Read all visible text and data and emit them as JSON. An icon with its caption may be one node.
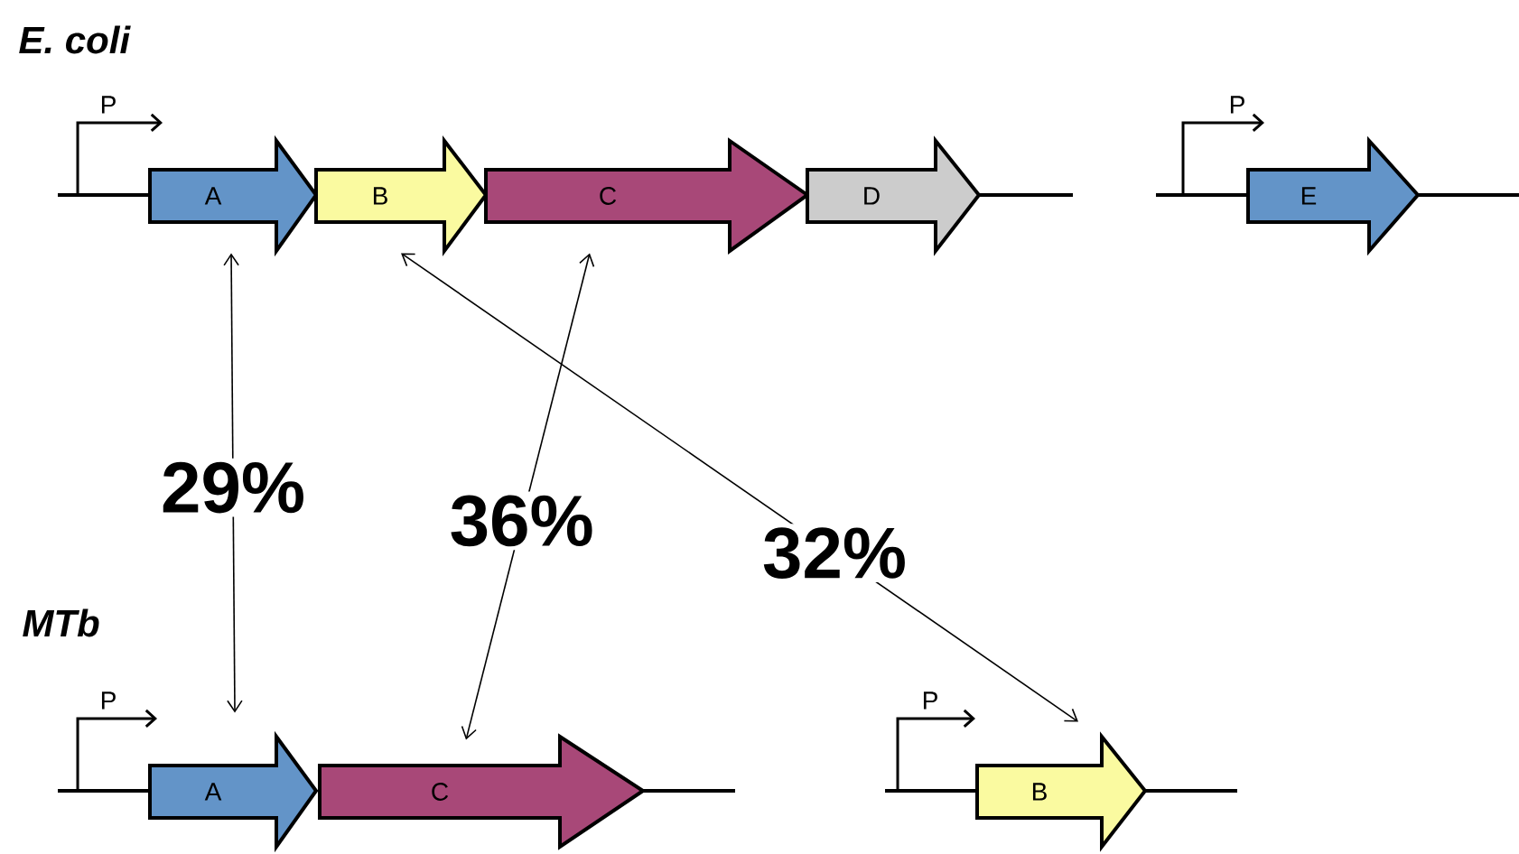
{
  "diagram": {
    "nodes": [
      {
        "text": [
          "A"
        ]
      },
      {
        "text": [
          "B"
        ]
      },
      {
        "text": [
          "C"
        ]
      },
      {
        "text": [
          "D"
        ]
      },
      {
        "text": [
          "E"
        ]
      },
      {
        "text": [
          "A"
        ]
      },
      {
        "text": [
          "C"
        ]
      },
      {
        "text": [
          "B"
        ]
      }
    ],
    "edges": [
      {
        "from": 0,
        "to": 5,
        "arrow": "both",
        "label": "29%"
      },
      {
        "from": 2,
        "to": 6,
        "arrow": "both",
        "label": "36%"
      },
      {
        "from": 1,
        "to": 7,
        "arrow": "both",
        "label": "32%"
      }
    ],
    "labels": [
      "E. coli",
      "P",
      "P",
      "MTb",
      "P",
      "P"
    ]
  }
}
